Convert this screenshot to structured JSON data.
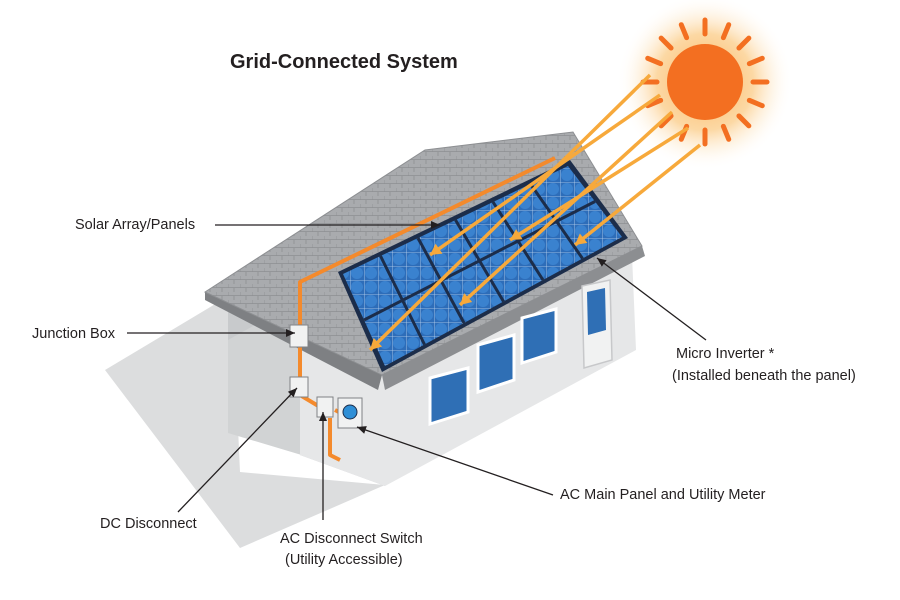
{
  "title": "Grid-Connected System",
  "labels": {
    "solar_array": "Solar Array/Panels",
    "junction_box": "Junction Box",
    "dc_disconnect": "DC Disconnect",
    "ac_disconnect_line1": "AC Disconnect Switch",
    "ac_disconnect_line2": "(Utility Accessible)",
    "ac_main_panel": "AC Main Panel and Utility Meter",
    "micro_inverter_line1": "Micro Inverter *",
    "micro_inverter_line2": "(Installed beneath the panel)"
  },
  "colors": {
    "sun": "#f36f21",
    "sun_glow": "#fcd9a2",
    "sunbeam": "#f7a93b",
    "roof": "#a7a9ac",
    "wall_front": "#e6e7e8",
    "wall_side": "#d1d3d4",
    "shadow": "#dcddde",
    "panel": "#2b6cb8",
    "panel_frame": "#1c2d4a",
    "wiring": "#f48a2c",
    "window": "#2f6fb5",
    "text": "#231f20"
  }
}
